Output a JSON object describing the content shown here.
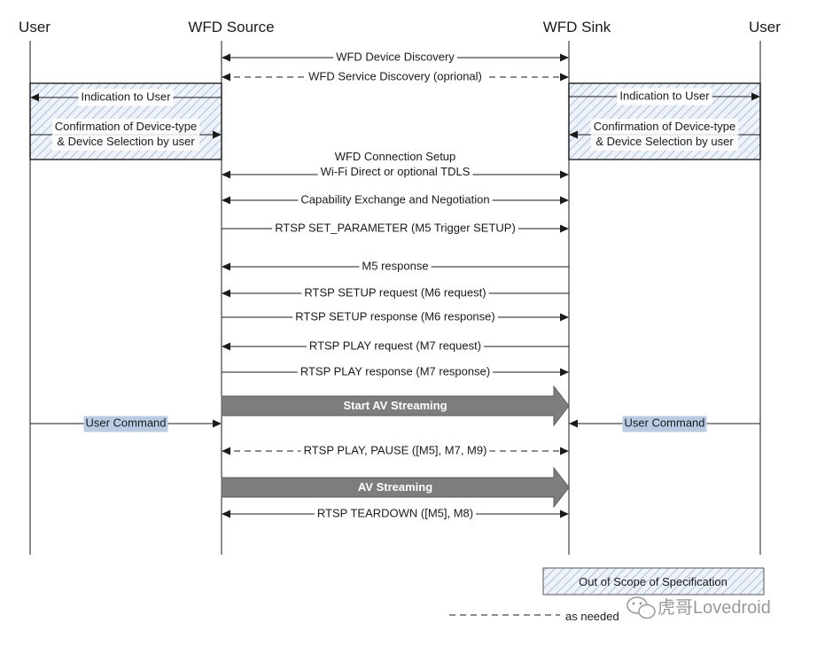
{
  "colors": {
    "line": "#1a1a1a",
    "hatch": "#9db3d6",
    "hatch_bg": "#eef2f9",
    "box_border": "#2b2b2b",
    "band_fill": "#7d7d7d",
    "command_bg": "#b8cde4",
    "legend_border": "#555555"
  },
  "participants": [
    {
      "id": "user_left",
      "label": "User"
    },
    {
      "id": "source",
      "label": "WFD Source"
    },
    {
      "id": "sink",
      "label": "WFD Sink"
    },
    {
      "id": "user_right",
      "label": "User"
    }
  ],
  "messages": [
    {
      "id": "device-discovery",
      "label": "WFD Device Discovery",
      "from": "source",
      "to": "sink",
      "heads": "both",
      "style": "solid"
    },
    {
      "id": "service-discovery",
      "label": "WFD Service Discovery (oprional)",
      "from": "source",
      "to": "sink",
      "heads": "both",
      "style": "dashed"
    },
    {
      "id": "indication-left",
      "label": "Indication to User",
      "from": "source",
      "to": "user_left",
      "heads": "end",
      "style": "solid"
    },
    {
      "id": "confirm-left",
      "label_lines": [
        "Confirmation of Device-type",
        "& Device Selection by user"
      ],
      "from": "user_left",
      "to": "source",
      "heads": "end",
      "style": "solid"
    },
    {
      "id": "indication-right",
      "label": "Indication to User",
      "from": "sink",
      "to": "user_right",
      "heads": "end",
      "style": "solid"
    },
    {
      "id": "confirm-right",
      "label_lines": [
        "Confirmation of Device-type",
        "& Device Selection by user"
      ],
      "from": "user_right",
      "to": "sink",
      "heads": "end",
      "style": "solid"
    },
    {
      "id": "connection-setup",
      "label_lines": [
        "WFD Connection Setup",
        "Wi-Fi Direct or optional TDLS"
      ],
      "from": "source",
      "to": "sink",
      "heads": "both",
      "style": "solid"
    },
    {
      "id": "capability-exchange",
      "label": "Capability Exchange and Negotiation",
      "from": "source",
      "to": "sink",
      "heads": "both",
      "style": "solid"
    },
    {
      "id": "set-parameter",
      "label": "RTSP SET_PARAMETER (M5 Trigger SETUP)",
      "from": "source",
      "to": "sink",
      "heads": "end",
      "style": "solid"
    },
    {
      "id": "m5-response",
      "label": "M5 response",
      "from": "sink",
      "to": "source",
      "heads": "end",
      "style": "solid"
    },
    {
      "id": "setup-request",
      "label": "RTSP SETUP request (M6 request)",
      "from": "sink",
      "to": "source",
      "heads": "end",
      "style": "solid"
    },
    {
      "id": "setup-response",
      "label": "RTSP SETUP response (M6 response)",
      "from": "source",
      "to": "sink",
      "heads": "end",
      "style": "solid"
    },
    {
      "id": "play-request",
      "label": "RTSP PLAY request (M7 request)",
      "from": "sink",
      "to": "source",
      "heads": "end",
      "style": "solid"
    },
    {
      "id": "play-response",
      "label": "RTSP PLAY response (M7 response)",
      "from": "source",
      "to": "sink",
      "heads": "end",
      "style": "solid"
    },
    {
      "id": "user-command-left",
      "label": "User Command",
      "from": "user_left",
      "to": "source",
      "heads": "end",
      "style": "solid",
      "highlight": true
    },
    {
      "id": "user-command-right",
      "label": "User Command",
      "from": "user_right",
      "to": "sink",
      "heads": "end",
      "style": "solid",
      "highlight": true
    },
    {
      "id": "play-pause",
      "label": "RTSP PLAY, PAUSE ([M5], M7, M9)",
      "from": "source",
      "to": "sink",
      "heads": "both",
      "style": "dashed"
    },
    {
      "id": "teardown",
      "label": "RTSP TEARDOWN ([M5], M8)",
      "from": "source",
      "to": "sink",
      "heads": "both",
      "style": "solid"
    }
  ],
  "bands": [
    {
      "id": "start-av-streaming",
      "label": "Start AV Streaming"
    },
    {
      "id": "av-streaming",
      "label": "AV Streaming"
    }
  ],
  "legend": {
    "out_of_scope": "Out of Scope of Specification",
    "as_needed": "as needed"
  },
  "watermark": {
    "text": "虎哥Lovedroid",
    "icon": "wechat-icon"
  }
}
